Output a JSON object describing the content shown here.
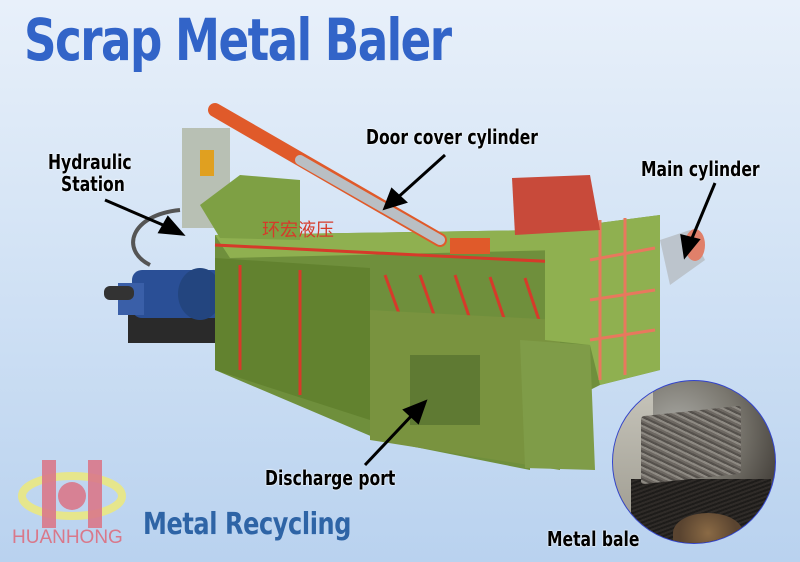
{
  "title": "Scrap Metal Baler",
  "subtitle": "Metal Recycling",
  "brand": {
    "name": "HUANHONG",
    "logo_colors": {
      "letter": "#d9788a",
      "ring": "#e6e68c"
    }
  },
  "machine": {
    "body_text": "环宏液压",
    "colors": {
      "body_green": "#6f8f3c",
      "light_green": "#8fb050",
      "accent_red": "#d63a2a",
      "cylinder_orange": "#e05a2a",
      "motor_blue": "#2a4f96"
    }
  },
  "labels": {
    "hydraulic_station_line1": "Hydraulic",
    "hydraulic_station_line2": "Station",
    "door_cover_cylinder": "Door cover cylinder",
    "main_cylinder": "Main cylinder",
    "discharge_port": "Discharge port",
    "metal_bale": "Metal bale"
  },
  "colors": {
    "title": "#3264c8",
    "subtitle": "#2e64a6",
    "background_top": "#e8f0fa",
    "background_bottom": "#b9d2ef"
  }
}
